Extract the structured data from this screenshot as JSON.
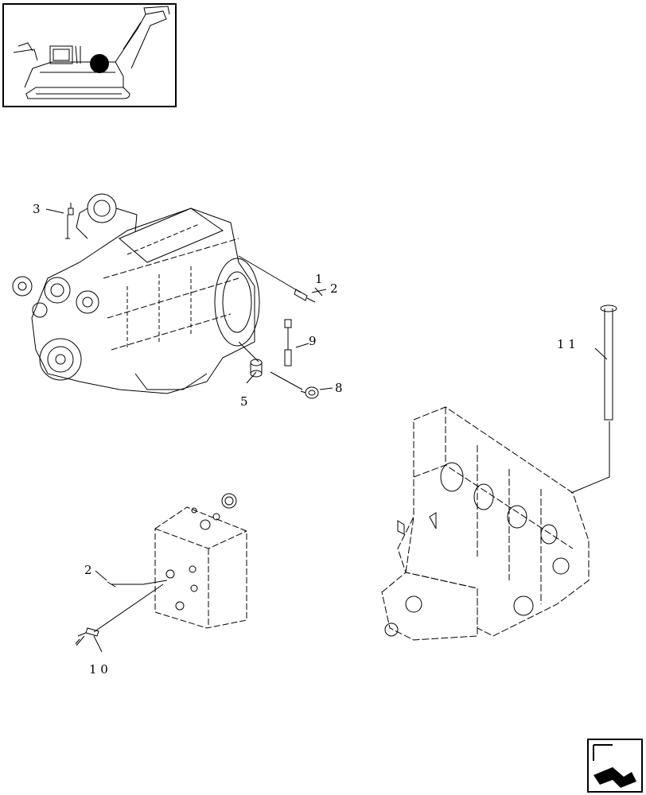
{
  "thumbnail": {
    "icon": "harvester-locator-icon"
  },
  "callouts": {
    "c1": "1",
    "c2": "2",
    "c2b": "2",
    "c3": "3",
    "c5": "5",
    "c8": "8",
    "c9": "9",
    "c10": "1 0",
    "c11": "1 1"
  },
  "nav": {
    "icon": "next-page-arrow-icon"
  }
}
